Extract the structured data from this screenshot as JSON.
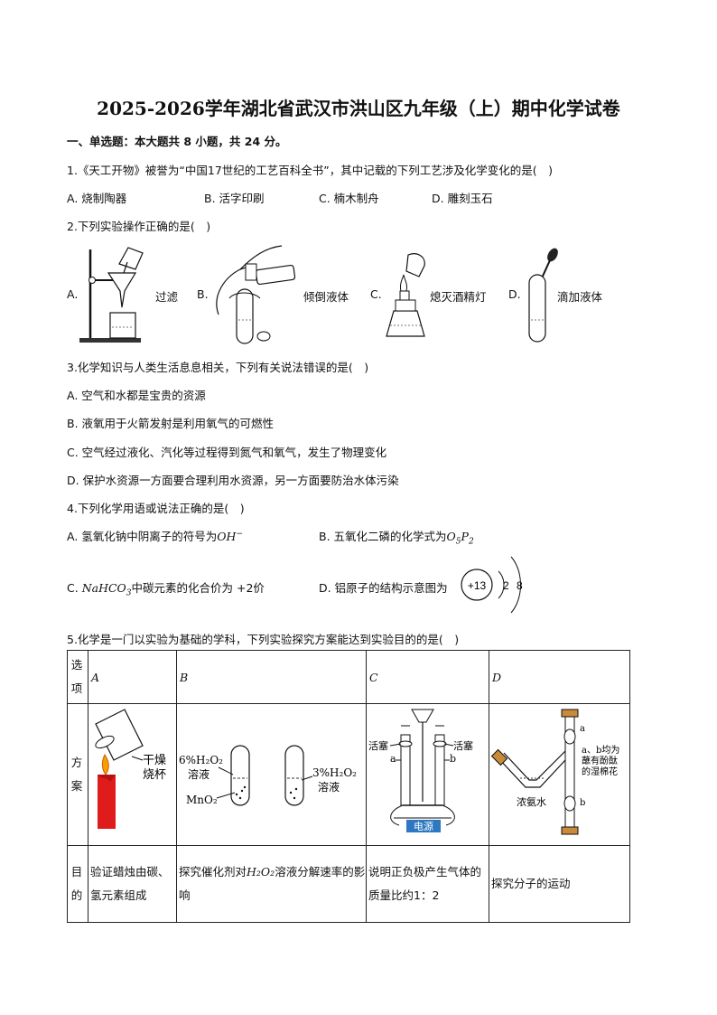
{
  "title": "2025-2026学年湖北省武汉市洪山区九年级（上）期中化学试卷",
  "section": "一、单选题：本大题共 8 小题，共 24 分。",
  "q1": {
    "stem": "1.《天工开物》被誉为“中国17世纪的工艺百科全书”，其中记载的下列工艺涉及化学变化的是(　)",
    "options": [
      "A. 烧制陶器",
      "B. 活字印刷",
      "C. 楠木制舟",
      "D. 雕刻玉石"
    ]
  },
  "q2": {
    "stem": "2.下列实验操作正确的是(　)",
    "options": [
      {
        "letter": "A.",
        "label": "过滤"
      },
      {
        "letter": "B.",
        "label": "倾倒液体"
      },
      {
        "letter": "C.",
        "label": "熄灭酒精灯"
      },
      {
        "letter": "D.",
        "label": "滴加液体"
      }
    ]
  },
  "q3": {
    "stem": "3.化学知识与人类生活息息相关，下列有关说法错误的是(　)",
    "options": [
      "A. 空气和水都是宝贵的资源",
      "B. 液氧用于火箭发射是利用氧气的可燃性",
      "C. 空气经过液化、汽化等过程得到氮气和氧气，发生了物理变化",
      "D. 保护水资源一方面要合理利用水资源，另一方面要防治水体污染"
    ]
  },
  "q4": {
    "stem": "4.下列化学用语或说法正确的是(　)",
    "a_text": "A. 氢氧化钠中阴离子的符号为",
    "a_formula": "OH",
    "a_sup": "−",
    "b_text": "B. 五氧化二磷的化学式为",
    "b_formula": "O",
    "b_sub1": "5",
    "b_formula2": "P",
    "b_sub2": "2",
    "c_prefix": "C. ",
    "c_formula": "NaHCO",
    "c_sub": "3",
    "c_text": "中碳元素的化合价为 +2价",
    "d_text": "D. 铝原子的结构示意图为",
    "d_nucleus": "+13",
    "d_shell1": "2",
    "d_shell2": "8"
  },
  "q5": {
    "stem": "5.化学是一门以实验为基础的学科，下列实验探究方案能达到实验目的的是(　)",
    "row_headers": [
      "选项",
      "方案",
      "目的"
    ],
    "cols": [
      "A",
      "B",
      "C",
      "D"
    ],
    "a_img": {
      "cup": "干燥烧杯"
    },
    "b_img": {
      "left_pct": "6%H₂O₂",
      "left_sol": "溶液",
      "mno2": "MnO₂",
      "right_pct": "3%H₂O₂",
      "right_sol": "溶液"
    },
    "c_img": {
      "stop_l": "活塞",
      "stop_r": "活塞",
      "a": "a",
      "b": "b",
      "power": "电源"
    },
    "d_img": {
      "a": "a",
      "b": "b",
      "note1": "a、b均为",
      "note2": "蘸有酚酞",
      "note3": "的湿棉花",
      "ammonia": "浓氨水"
    },
    "goals": {
      "a": "验证蜡烛由碳、氢元素组成",
      "b_pre": "探究催化剂对",
      "b_formula": "H₂O₂",
      "b_post": "溶液分解速率的影响",
      "c": "说明正负极产生气体的质量比约1：2",
      "d": "探究分子的运动"
    }
  }
}
